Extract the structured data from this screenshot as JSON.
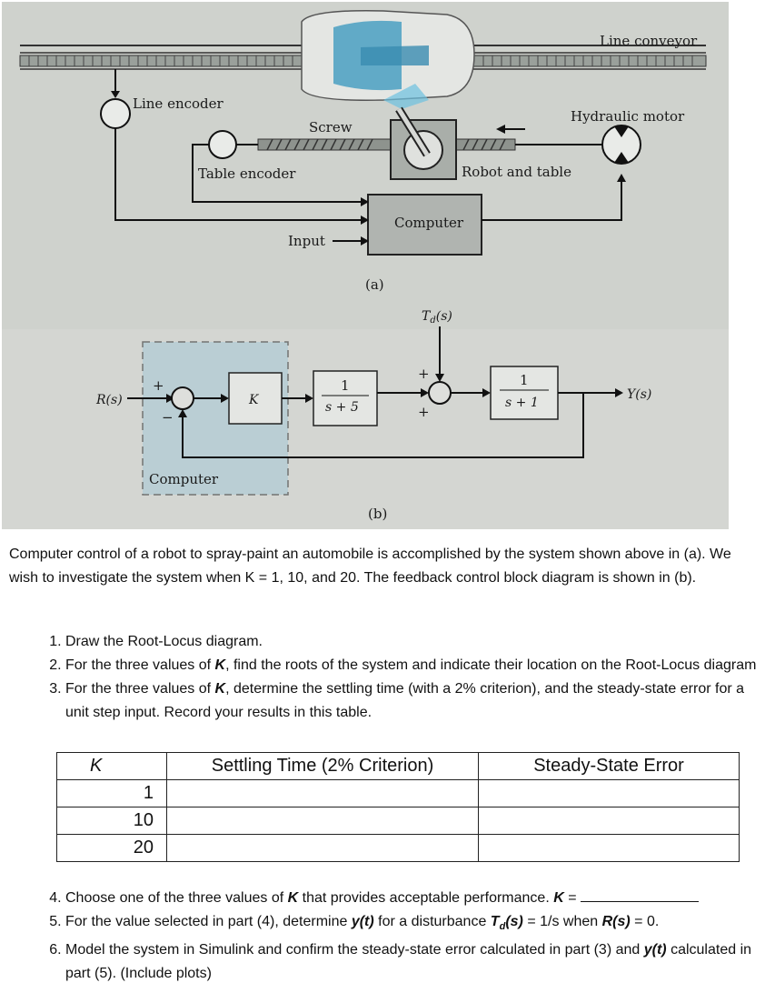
{
  "figure": {
    "label_line_conveyor": "Line conveyor",
    "label_line_encoder": "Line encoder",
    "label_hydraulic_motor": "Hydraulic motor",
    "label_screw": "Screw",
    "label_table_encoder": "Table encoder",
    "label_robot_and_table": "Robot and table",
    "label_computer_top": "Computer",
    "label_input": "Input",
    "caption_a": "(a)",
    "label_td": "T_d(s)",
    "label_rs": "R(s)",
    "label_ys": "Y(s)",
    "block_k": "K",
    "block1_num": "1",
    "block1_den": "s + 5",
    "block2_num": "1",
    "block2_den": "s + 1",
    "label_computer_bottom": "Computer",
    "caption_b": "(b)",
    "sign_plus": "+",
    "sign_minus": "−"
  },
  "intro": "Computer control of a robot to spray-paint an automobile is accomplished by the system shown above in (a). We wish to investigate the system when K = 1, 10, and 20. The feedback control block diagram is shown in (b).",
  "questions": {
    "q1": "Draw the Root-Locus diagram.",
    "q2_pre": "For the three values of ",
    "q2_k": "K",
    "q2_post": ", find the roots of the system and indicate their location on the Root-Locus diagram",
    "q3_pre": "For the three values of ",
    "q3_k": "K",
    "q3_post": ", determine the settling time (with a 2% criterion), and the steady-state error for a unit step input. Record your results in this table.",
    "q4_pre": "Choose one of the three values of ",
    "q4_k": "K",
    "q4_post": " that provides acceptable performance.  ",
    "q4_k2": "K",
    "q4_eq": " = ",
    "q5_pre": "For the value selected in part (4), determine ",
    "q5_y": "y(t)",
    "q5_mid": " for a disturbance ",
    "q5_td": "T",
    "q5_td_sub": "d",
    "q5_td_s": "(s)",
    "q5_td_val": " = 1/s when ",
    "q5_r": "R(s)",
    "q5_end": " = 0.",
    "q6_pre": "Model the system in Simulink and confirm the steady-state error calculated in part (3) and ",
    "q6_y": "y(t)",
    "q6_post": " calculated in part (5). (Include plots)"
  },
  "table": {
    "headers": [
      "K",
      "Settling Time (2% Criterion)",
      "Steady-State Error"
    ],
    "rows": [
      {
        "k": "1",
        "settling": "",
        "error": ""
      },
      {
        "k": "10",
        "settling": "",
        "error": ""
      },
      {
        "k": "20",
        "settling": "",
        "error": ""
      }
    ]
  }
}
